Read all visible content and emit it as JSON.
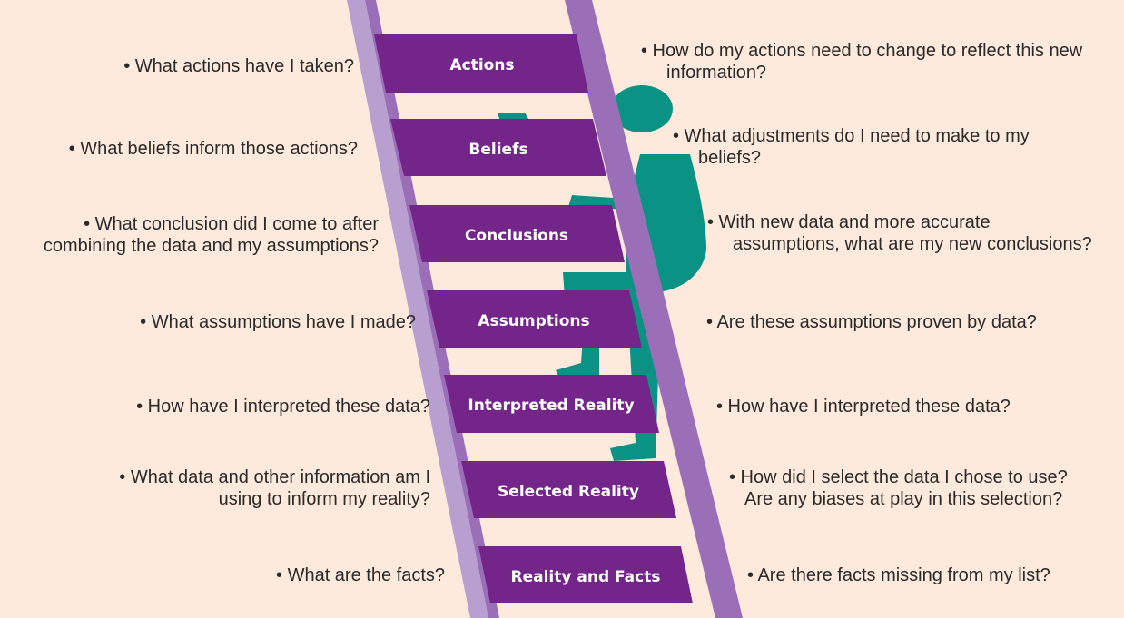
{
  "colors": {
    "background": "#fdeadc",
    "rail_light": "#b89fd0",
    "rail_dark": "#9a6fb8",
    "rung": "#74258a",
    "figure": "#0a9284"
  },
  "rungs": [
    {
      "label": "Actions",
      "left_question": "• What actions have I taken?",
      "right_question": [
        "• How do my actions need to change to reflect this new",
        "information?"
      ]
    },
    {
      "label": "Beliefs",
      "left_question": "• What beliefs inform those actions?",
      "right_question": [
        "• What adjustments do I need to make to my",
        "beliefs?"
      ]
    },
    {
      "label": "Conclusions",
      "left_question": [
        "• What conclusion did I come to after",
        "combining the data and my assumptions?"
      ],
      "right_question": [
        "• With new data and more accurate",
        "assumptions, what are my new conclusions?"
      ]
    },
    {
      "label": "Assumptions",
      "left_question": "• What assumptions have I made?",
      "right_question": "• Are these assumptions proven by data?"
    },
    {
      "label": "Interpreted Reality",
      "left_question": "• How have I interpreted these data?",
      "right_question": "• How have I interpreted these data?"
    },
    {
      "label": "Selected Reality",
      "left_question": [
        "• What data and other information am I",
        "using to inform my reality?"
      ],
      "right_question": [
        "• How did I select the data I chose to use?",
        "Are any biases at play in this selection?"
      ]
    },
    {
      "label": "Reality and Facts",
      "left_question": "• What are the facts?",
      "right_question": "• Are there facts missing from my list?"
    }
  ]
}
